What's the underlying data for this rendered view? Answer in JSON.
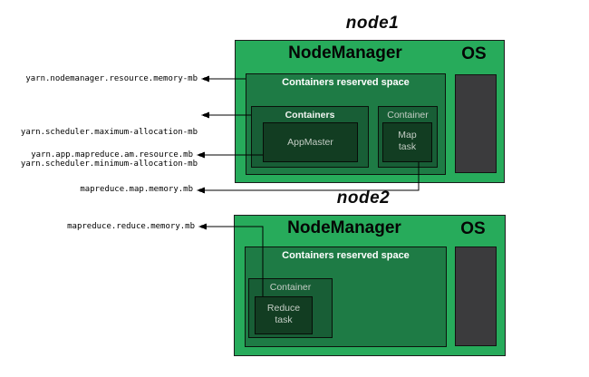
{
  "diagram": {
    "node1": {
      "title": "node1",
      "nodemanager_label": "NodeManager",
      "os_label": "OS",
      "reserved_label": "Containers reserved space",
      "containers_label": "Containers",
      "appmaster_label": "AppMaster",
      "container_label": "Container",
      "map_task_line1": "Map",
      "map_task_line2": "task"
    },
    "node2": {
      "title": "node2",
      "nodemanager_label": "NodeManager",
      "os_label": "OS",
      "reserved_label": "Containers reserved space",
      "container_label": "Container",
      "reduce_task_line1": "Reduce",
      "reduce_task_line2": "task"
    },
    "config_labels": {
      "nodemanager_resource": "yarn.nodemanager.resource.memory-mb",
      "scheduler_max": "yarn.scheduler.maximum-allocation-mb",
      "scheduler_min": "yarn.scheduler.minimum-allocation-mb",
      "am_resource": "yarn.app.mapreduce.am.resource.mb",
      "map_memory": "mapreduce.map.memory.mb",
      "reduce_memory": "mapreduce.reduce.memory.mb"
    },
    "colors": {
      "node_fill": "#27AB5B",
      "reserved_fill": "#1E7B45",
      "container_fill": "#185E36",
      "task_fill": "#123D22",
      "os_fill": "#3B3B3D",
      "line_color": "#000000"
    }
  }
}
